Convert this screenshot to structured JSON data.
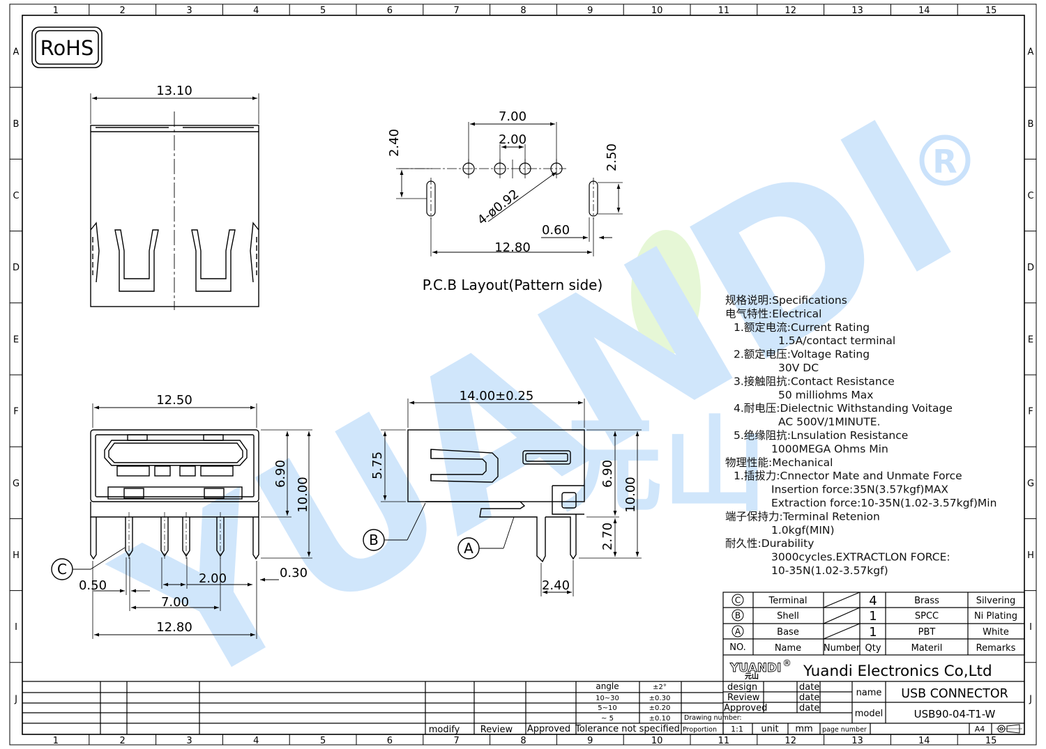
{
  "colors": {
    "watermark": "#2f8ff0",
    "watermark_green": "#8fdc4a",
    "line": "#000000"
  },
  "border": {
    "columns": [
      "1",
      "2",
      "3",
      "4",
      "5",
      "6",
      "7",
      "8",
      "9",
      "10",
      "11",
      "12",
      "13",
      "14",
      "15"
    ],
    "rows": [
      "A",
      "B",
      "C",
      "D",
      "E",
      "F",
      "G",
      "H",
      "I",
      "J"
    ]
  },
  "rohs_label": "RoHS",
  "watermark": {
    "text": "YUANDI",
    "registered": "®",
    "cn": "元山"
  },
  "top_view": {
    "width": "13.10"
  },
  "pcb_layout": {
    "title": "P.C.B Layout(Pattern side)",
    "dim_700": "7.00",
    "dim_200": "2.00",
    "dim_240": "2.40",
    "dim_250": "2.50",
    "dim_hole": "4-ø0.92",
    "dim_060": "0.60",
    "dim_1280": "12.80"
  },
  "front_view": {
    "dim_1250": "12.50",
    "dim_690": "6.90",
    "dim_1000": "10.00",
    "dim_050": "0.50",
    "dim_200": "2.00",
    "dim_030": "0.30",
    "dim_700": "7.00",
    "dim_1280": "12.80",
    "callout_c": "C"
  },
  "side_view": {
    "dim_1400": "14.00±0.25",
    "dim_575": "5.75",
    "dim_690": "6.90",
    "dim_1000": "10.00",
    "dim_270": "2.70",
    "dim_240": "2.40",
    "callout_a": "A",
    "callout_b": "B"
  },
  "specs": [
    {
      "text": "规格说明:Specifications",
      "indent": 0
    },
    {
      "text": "电气特性:Electrical",
      "indent": 0
    },
    {
      "text": "1.额定电流:Current  Rating",
      "indent": 12
    },
    {
      "text": "1.5A/contact  terminal",
      "indent": 76
    },
    {
      "text": "2.额定电压:Voltage  Rating",
      "indent": 12
    },
    {
      "text": "30V  DC",
      "indent": 76
    },
    {
      "text": "3.接触阻抗:Contact  Resistance",
      "indent": 12
    },
    {
      "text": "50  milliohms  Max",
      "indent": 76
    },
    {
      "text": "4.耐电压:Dielectnic  Withstanding  Voitage",
      "indent": 12
    },
    {
      "text": "AC  500V/1MINUTE.",
      "indent": 76
    },
    {
      "text": "5.绝缘阻抗:Lnsulation  Resistance",
      "indent": 12
    },
    {
      "text": "1000MEGA  Ohms  Min",
      "indent": 66
    },
    {
      "text": "物理性能:Mechanical",
      "indent": 0
    },
    {
      "text": "1.插拔力:Cnnector  Mate  and  Unmate  Force",
      "indent": 12
    },
    {
      "text": "Insertion  force:35N(3.57kgf)MAX",
      "indent": 66
    },
    {
      "text": "Extraction  force:10-35N(1.02-3.57kgf)Min",
      "indent": 66
    },
    {
      "text": "端子保持力:Terminal  Retenion",
      "indent": 0
    },
    {
      "text": "1.0kgf(MIN)",
      "indent": 66
    },
    {
      "text": "耐久性:Durability",
      "indent": 0
    },
    {
      "text": "3000cycles.EXTRACTLON  FORCE:",
      "indent": 66
    },
    {
      "text": "10-35N(1.02-3.57kgf)",
      "indent": 66
    }
  ],
  "bom": {
    "rows": [
      {
        "no": "C",
        "name": "Terminal",
        "qty": "4",
        "material": "Brass",
        "remarks": "Silvering"
      },
      {
        "no": "B",
        "name": "Shell",
        "qty": "1",
        "material": "SPCC",
        "remarks": "Ni  Plating"
      },
      {
        "no": "A",
        "name": "Base",
        "qty": "1",
        "material": "PBT",
        "remarks": "White"
      }
    ],
    "header": {
      "no": "NO.",
      "name": "Name",
      "number": "Number",
      "qty": "Qty",
      "material": "Materil",
      "remarks": "Remarks"
    }
  },
  "title_block": {
    "company_logo": "YUANDI",
    "company_logo_reg": "®",
    "company_logo_cn": "元山",
    "company": "Yuandi Electronics Co,Ltd",
    "design": "design",
    "review": "Review",
    "approved": "Approved",
    "date": "date",
    "name_label": "name",
    "name_value": "USB  CONNECTOR",
    "model_label": "model",
    "model_value": "USB90-04-T1-W",
    "drawing_number": "Drawing number:",
    "proportion": "Proportion",
    "proportion_value": "1:1",
    "unit": "unit",
    "unit_value": "mm",
    "page_number": "page number",
    "size": "A4",
    "tolerance": [
      {
        "range": "angle",
        "value": "±2°"
      },
      {
        "range": "10~30",
        "value": "±0.30"
      },
      {
        "range": "5~10",
        "value": "±0.20"
      },
      {
        "range": "~ 5",
        "value": "±0.10"
      }
    ],
    "tolerance_note": "Tolerance  not  specified",
    "revision_cols": [
      "modify",
      "Review",
      "Approved"
    ]
  }
}
